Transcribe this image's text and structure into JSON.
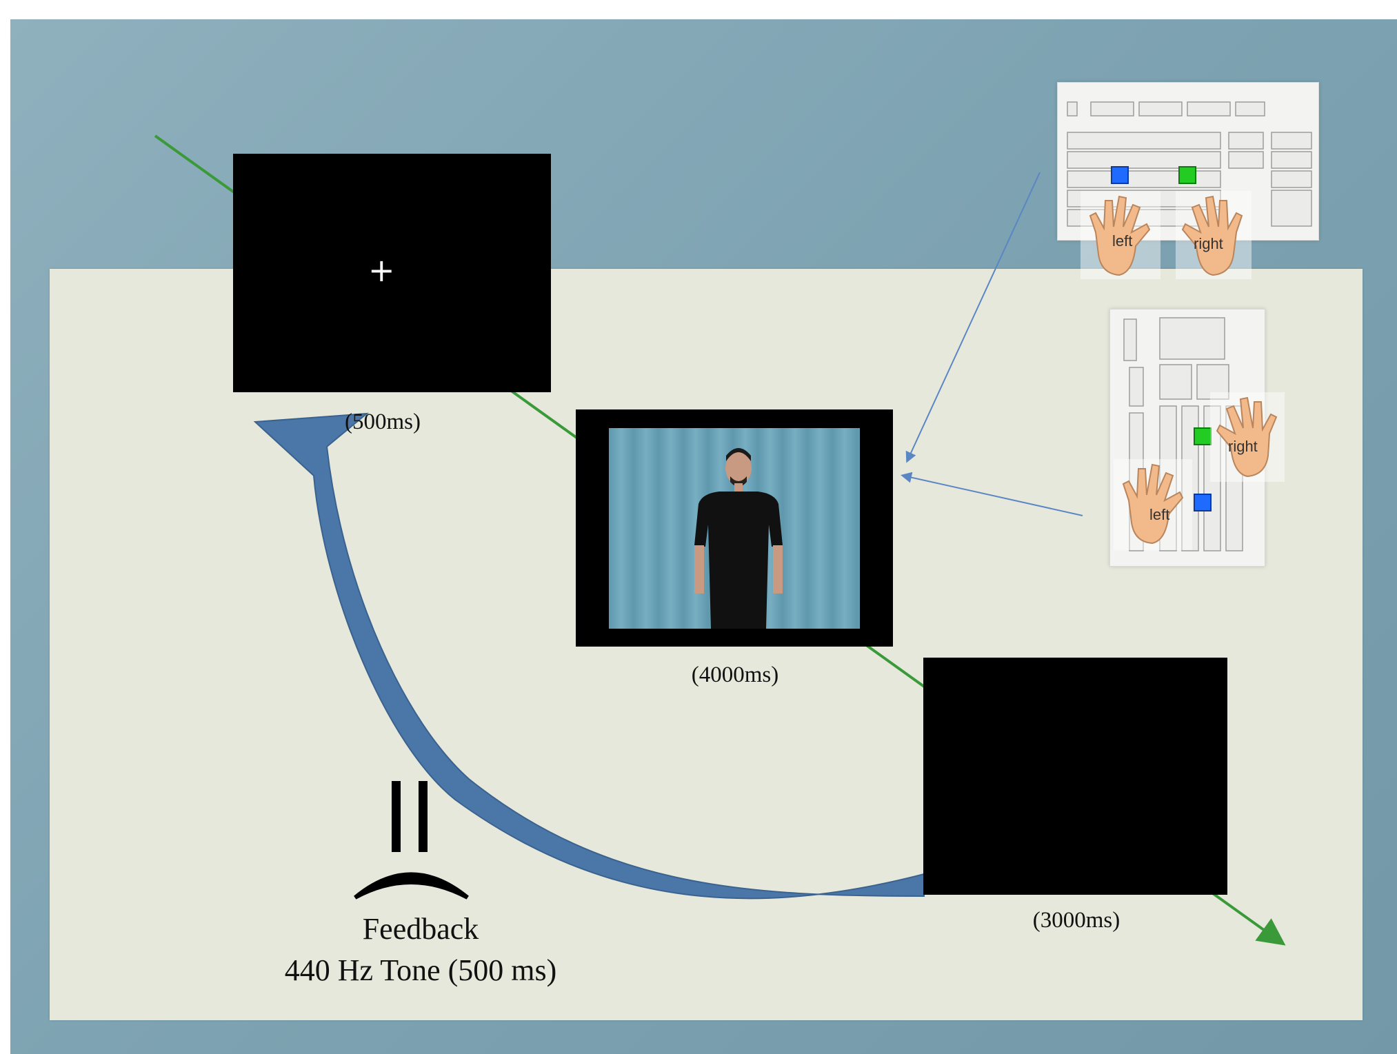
{
  "stimuli": {
    "fixation_symbol": "+",
    "fixation_duration": "(500ms)",
    "video_duration": "(4000ms)",
    "blank_duration": "(3000ms)"
  },
  "feedback": {
    "line1": "Feedback",
    "line2": "440 Hz Tone (500 ms)"
  },
  "keyboard_top": {
    "left_hand": "left",
    "right_hand": "right"
  },
  "keyboard_side": {
    "left_hand": "left",
    "right_hand": "right"
  },
  "colors": {
    "timeline": "#3a9a3a",
    "cycle_arrow": "#4a76a8",
    "left_key": "#1f6bff",
    "right_key": "#22cc22",
    "hand": "#f2b98a"
  }
}
